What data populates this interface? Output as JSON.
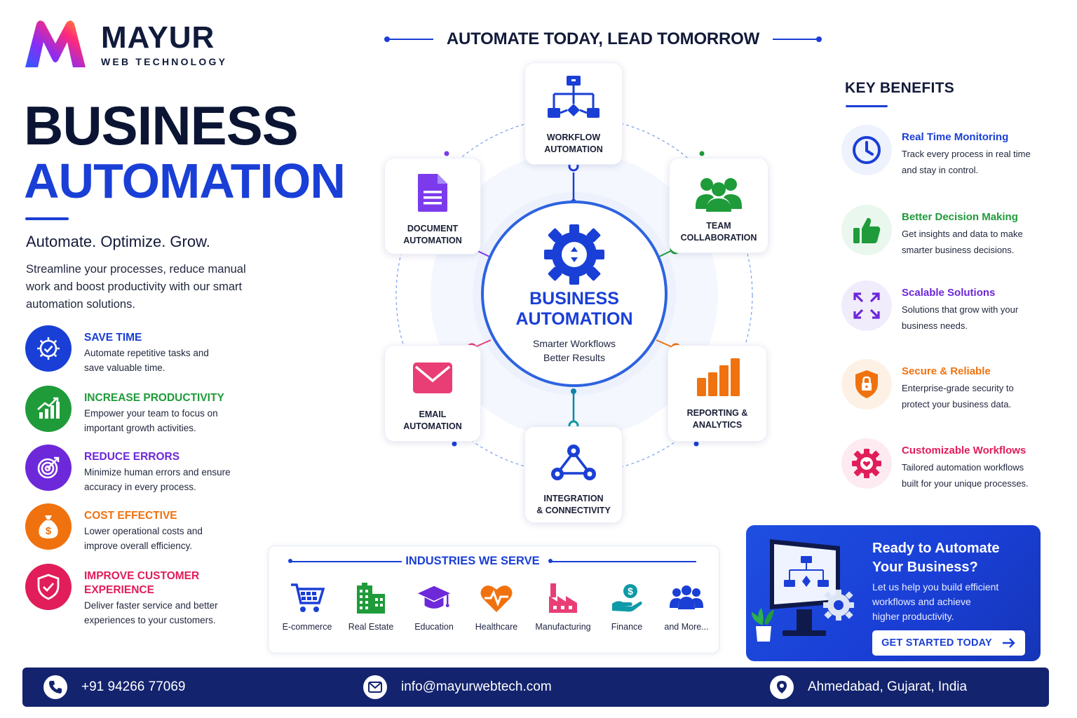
{
  "brand": {
    "name": "MAYUR",
    "sub": "WEB TECHNOLOGY"
  },
  "hero": {
    "title_line1": "BUSINESS",
    "title_line2": "AUTOMATION",
    "tagline": "Automate. Optimize. Grow.",
    "intro": "Streamline your processes, reduce manual work and boost productivity with our smart automation solutions."
  },
  "left_benefits": [
    {
      "title": "SAVE TIME",
      "desc": "Automate repetitive tasks and save valuable time.",
      "color": "#1a3fd6",
      "icon": "gear-check-icon"
    },
    {
      "title": "INCREASE PRODUCTIVITY",
      "desc": "Empower your team to focus on important growth activities.",
      "color": "#1f9b3a",
      "icon": "growth-chart-icon"
    },
    {
      "title": "REDUCE ERRORS",
      "desc": "Minimize human errors and ensure accuracy in every process.",
      "color": "#6d28d9",
      "icon": "target-icon"
    },
    {
      "title": "COST EFFECTIVE",
      "desc": "Lower operational costs and improve overall efficiency.",
      "color": "#f0720f",
      "icon": "money-bag-icon"
    },
    {
      "title": "IMPROVE CUSTOMER EXPERIENCE",
      "desc": "Deliver faster service and better experiences to your customers.",
      "color": "#e11d5a",
      "icon": "shield-check-icon"
    }
  ],
  "top_heading": "AUTOMATE TODAY, LEAD TOMORROW",
  "diagram": {
    "center_title": "BUSINESS\nAUTOMATION",
    "center_title_line1": "BUSINESS",
    "center_title_line2": "AUTOMATION",
    "center_sub_line1": "Smarter Workflows",
    "center_sub_line2": "Better Results",
    "nodes": [
      {
        "line1": "WORKFLOW",
        "line2": "AUTOMATION",
        "icon": "workflow-icon",
        "color": "#1a3fd6"
      },
      {
        "line1": "TEAM",
        "line2": "COLLABORATION",
        "icon": "team-icon",
        "color": "#1f9b3a"
      },
      {
        "line1": "REPORTING &",
        "line2": "ANALYTICS",
        "icon": "bar-chart-icon",
        "color": "#f0720f"
      },
      {
        "line1": "INTEGRATION",
        "line2": "& CONNECTIVITY",
        "icon": "network-icon",
        "color": "#1a3fd6"
      },
      {
        "line1": "EMAIL",
        "line2": "AUTOMATION",
        "icon": "email-icon",
        "color": "#e83e75"
      },
      {
        "line1": "DOCUMENT",
        "line2": "AUTOMATION",
        "icon": "document-icon",
        "color": "#7c3aed"
      }
    ]
  },
  "key_benefits": {
    "heading": "KEY BENEFITS",
    "items": [
      {
        "title": "Real Time Monitoring",
        "desc1": "Track every process in real time",
        "desc2": "and stay in control.",
        "color": "#1a3fd6",
        "bg": "#eef2fd",
        "icon": "clock-icon"
      },
      {
        "title": "Better Decision Making",
        "desc1": "Get insights and data to make",
        "desc2": "smarter business decisions.",
        "color": "#1f9b3a",
        "bg": "#eaf7ee",
        "icon": "thumbs-up-icon"
      },
      {
        "title": "Scalable Solutions",
        "desc1": "Solutions that grow with your",
        "desc2": "business needs.",
        "color": "#6d28d9",
        "bg": "#f1ecfc",
        "icon": "expand-icon"
      },
      {
        "title": "Secure & Reliable",
        "desc1": "Enterprise-grade security to",
        "desc2": "protect your business data.",
        "color": "#f0720f",
        "bg": "#fdf1e6",
        "icon": "shield-lock-icon"
      },
      {
        "title": "Customizable Workflows",
        "desc1": "Tailored automation workflows",
        "desc2": "built for your unique processes.",
        "color": "#e11d5a",
        "bg": "#fdebf1",
        "icon": "gear-heart-icon"
      }
    ]
  },
  "industries": {
    "heading": "INDUSTRIES WE SERVE",
    "items": [
      {
        "label": "E-commerce",
        "icon": "cart-icon",
        "color": "#1a3fd6"
      },
      {
        "label": "Real Estate",
        "icon": "buildings-icon",
        "color": "#1f9b3a"
      },
      {
        "label": "Education",
        "icon": "graduation-cap-icon",
        "color": "#6d28d9"
      },
      {
        "label": "Healthcare",
        "icon": "heart-pulse-icon",
        "color": "#f0720f"
      },
      {
        "label": "Manufacturing",
        "icon": "factory-icon",
        "color": "#e83e75"
      },
      {
        "label": "Finance",
        "icon": "hand-coin-icon",
        "color": "#0e9aa7"
      },
      {
        "label": "and More...",
        "icon": "people-icon",
        "color": "#1a3fd6"
      }
    ]
  },
  "cta": {
    "title_line1": "Ready to Automate",
    "title_line2": "Your Business?",
    "desc_line1": "Let us help you build efficient",
    "desc_line2": "workflows and achieve",
    "desc_line3": "higher productivity.",
    "button": "GET STARTED TODAY"
  },
  "footer": {
    "phone": "+91 94266 77069",
    "email": "info@mayurwebtech.com",
    "location": "Ahmedabad, Gujarat, India"
  },
  "colors": {
    "primary": "#1a3fd6",
    "navy": "#13236e",
    "green": "#1f9b3a",
    "purple": "#6d28d9",
    "orange": "#f0720f",
    "pink": "#e11d5a"
  }
}
